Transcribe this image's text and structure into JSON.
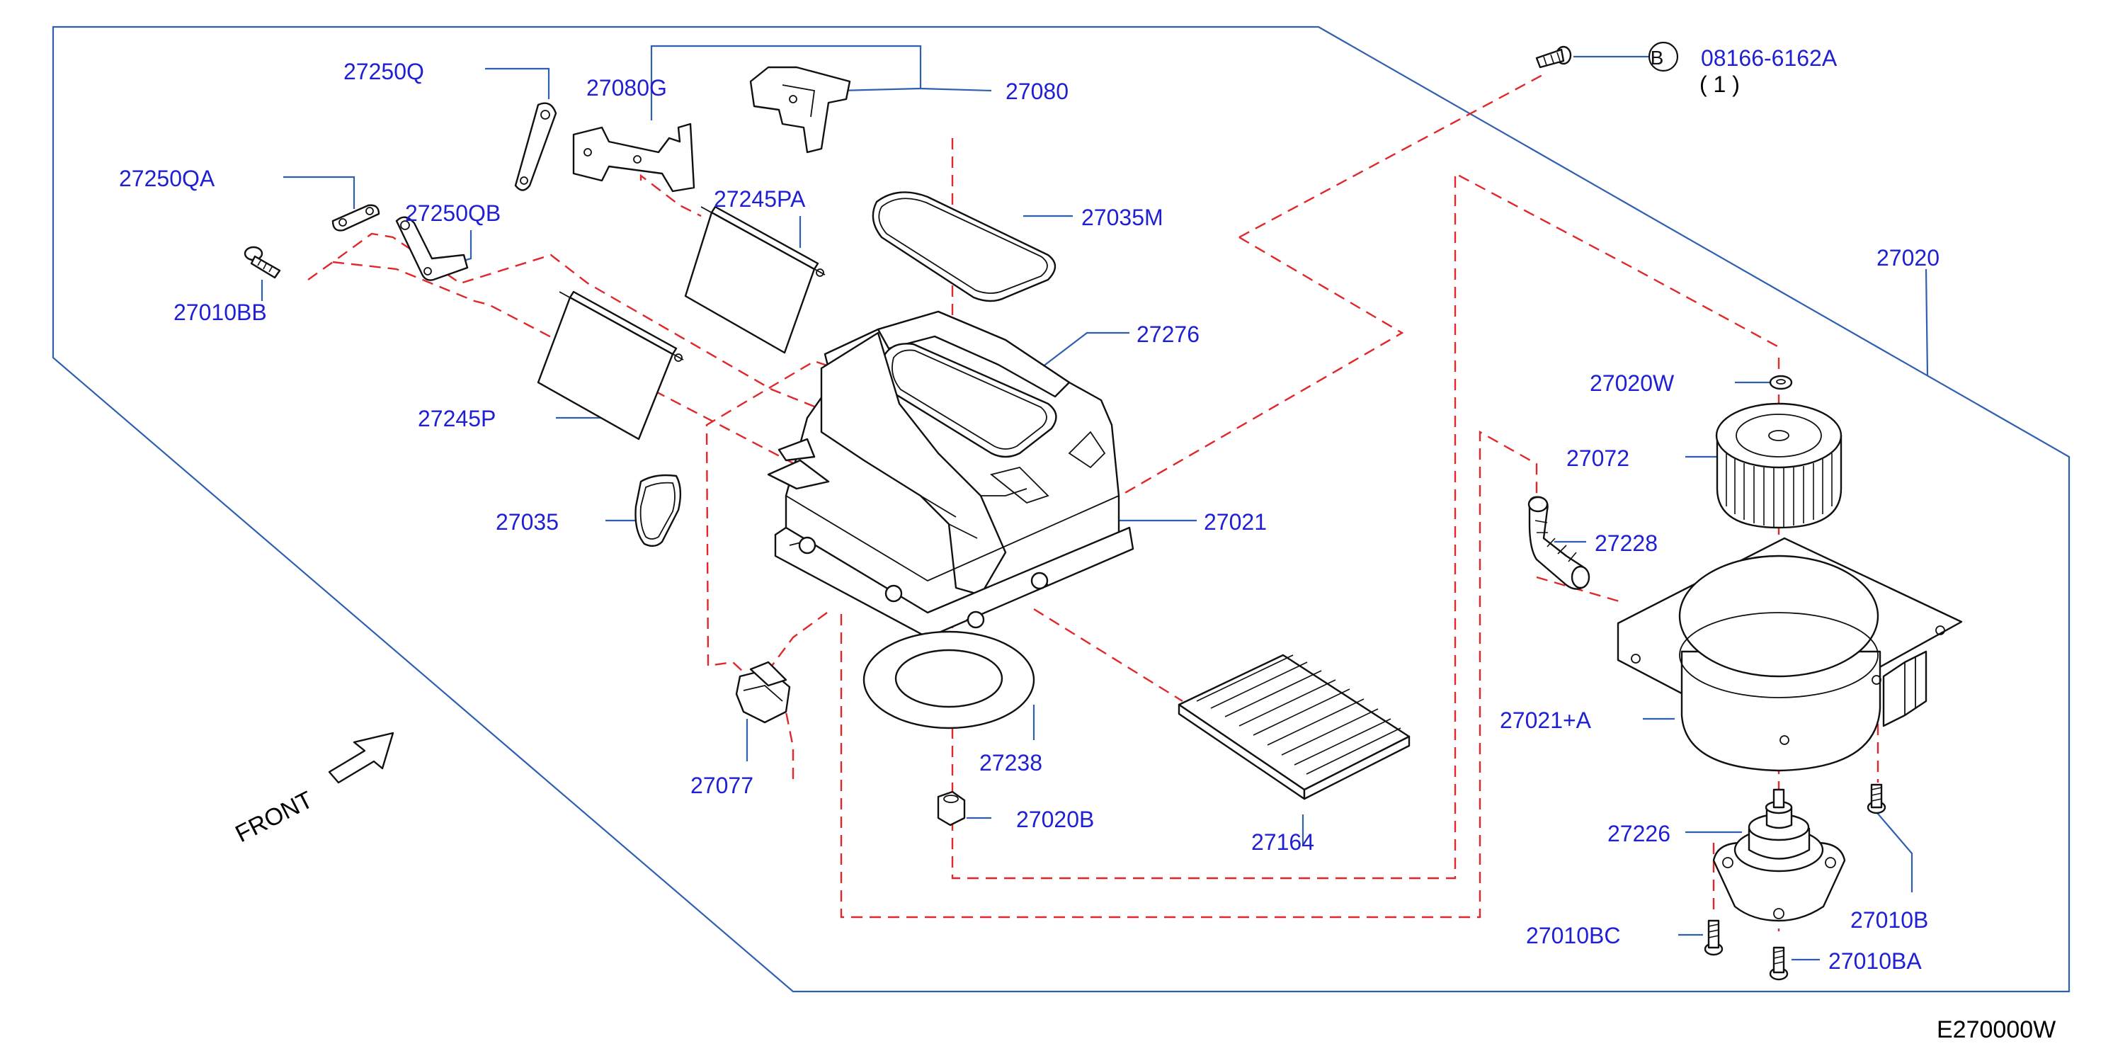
{
  "colors": {
    "label": "#1f1fd4",
    "leader": "#2f5fb0",
    "dashed": "#e0282a",
    "outline": "#2f5fb0",
    "line_art": "#111111",
    "caption": "#000000"
  },
  "labels": {
    "p27250Q": "27250Q",
    "p27080G": "27080G",
    "p27080": "27080",
    "p27250QA": "27250QA",
    "p27250QB": "27250QB",
    "p27245PA": "27245PA",
    "p27035M": "27035M",
    "p27010BB": "27010BB",
    "p27276": "27276",
    "p27245P": "27245P",
    "p27035": "27035",
    "p27021": "27021",
    "p27238": "27238",
    "p27077": "27077",
    "p27020B": "27020B",
    "p27164": "27164",
    "p08166_6162A": "08166-6162A",
    "qty": "( 1 )",
    "callout_b": "B",
    "p27020": "27020",
    "p27020W": "27020W",
    "p27072": "27072",
    "p27228": "27228",
    "p27021A": "27021+A",
    "p27226": "27226",
    "p27010B": "27010B",
    "p27010BC": "27010BC",
    "p27010BA": "27010BA",
    "front": "FRONT"
  },
  "figure_code": "E270000W"
}
